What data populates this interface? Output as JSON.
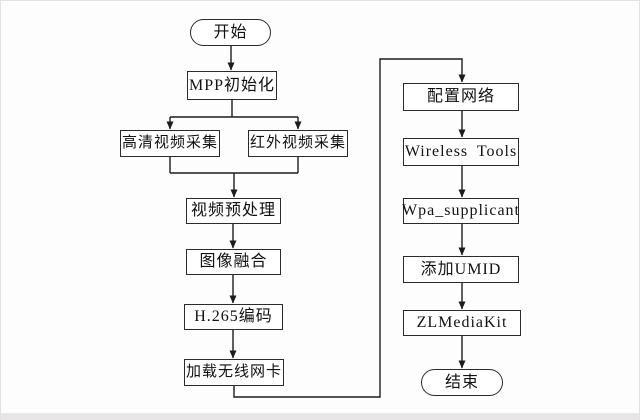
{
  "diagram": {
    "type": "flowchart",
    "nodes": {
      "start": {
        "label": "开始",
        "shape": "stadium"
      },
      "mpp_init": {
        "label": "MPP初始化",
        "shape": "rect"
      },
      "hd_capture": {
        "label": "高清视频采集",
        "shape": "rect"
      },
      "ir_capture": {
        "label": "红外视频采集",
        "shape": "rect"
      },
      "preprocess": {
        "label": "视频预处理",
        "shape": "rect"
      },
      "fusion": {
        "label": "图像融合",
        "shape": "rect"
      },
      "h265": {
        "label": "H.265编码",
        "shape": "rect"
      },
      "load_wifi": {
        "label": "加载无线网卡",
        "shape": "rect"
      },
      "config_net": {
        "label": "配置网络",
        "shape": "rect"
      },
      "wireless_tools": {
        "label": "Wireless Tools",
        "shape": "rect"
      },
      "wpa_supplicant": {
        "label": "Wpa_supplicant",
        "shape": "rect"
      },
      "add_umid": {
        "label": "添加UMID",
        "shape": "rect"
      },
      "zlmediakit": {
        "label": "ZLMediaKit",
        "shape": "rect"
      },
      "end": {
        "label": "结束",
        "shape": "stadium"
      }
    },
    "edges": [
      {
        "from": "start",
        "to": "mpp_init"
      },
      {
        "from": "mpp_init",
        "to": "hd_capture"
      },
      {
        "from": "mpp_init",
        "to": "ir_capture"
      },
      {
        "from": "hd_capture",
        "to": "preprocess"
      },
      {
        "from": "ir_capture",
        "to": "preprocess"
      },
      {
        "from": "preprocess",
        "to": "fusion"
      },
      {
        "from": "fusion",
        "to": "h265"
      },
      {
        "from": "h265",
        "to": "load_wifi"
      },
      {
        "from": "load_wifi",
        "to": "config_net"
      },
      {
        "from": "config_net",
        "to": "wireless_tools"
      },
      {
        "from": "wireless_tools",
        "to": "wpa_supplicant"
      },
      {
        "from": "wpa_supplicant",
        "to": "add_umid"
      },
      {
        "from": "add_umid",
        "to": "zlmediakit"
      },
      {
        "from": "zlmediakit",
        "to": "end"
      }
    ],
    "colors": {
      "line": "#1c1c1c",
      "box_border": "#2b2b2b",
      "box_fill": "#ffffff",
      "text": "#111111",
      "canvas": "#fdfdfd",
      "frame_band": "#e8e6e7"
    }
  }
}
